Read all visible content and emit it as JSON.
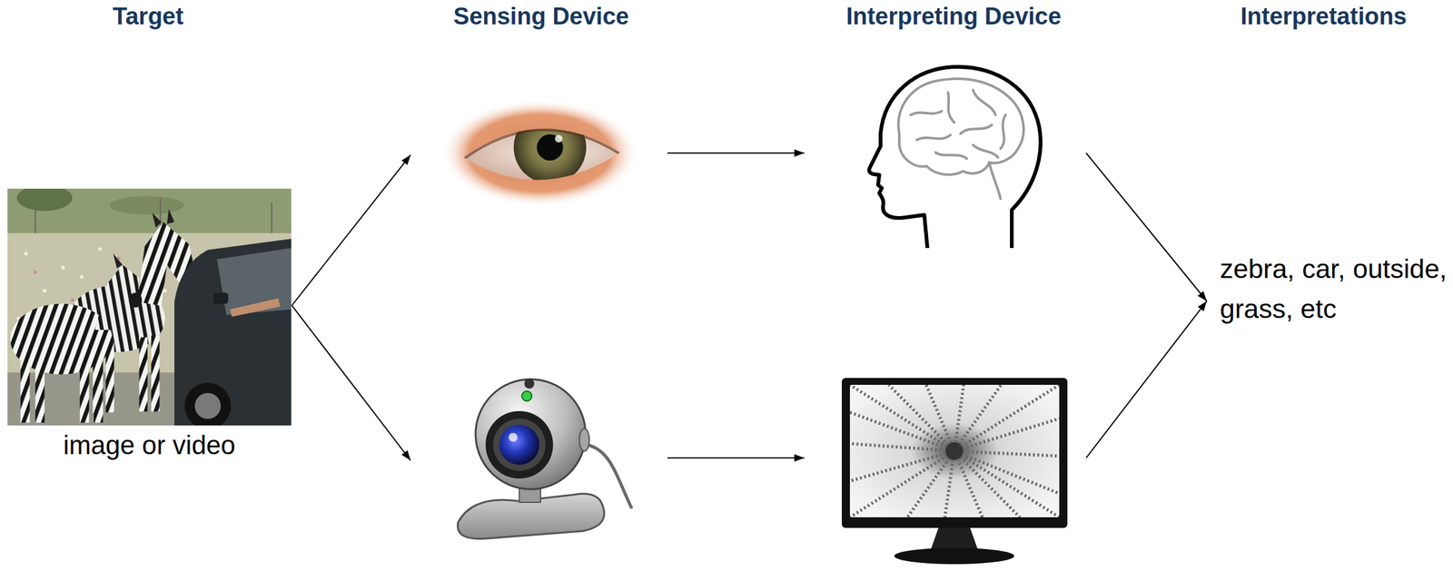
{
  "diagram": {
    "nodes": [
      {
        "text": [
          "image or video"
        ]
      }
    ],
    "labels": [
      "Target",
      "Sensing Device",
      "Interpreting Device",
      "Interpretations",
      "zebra, car, outside, grass, etc"
    ]
  }
}
